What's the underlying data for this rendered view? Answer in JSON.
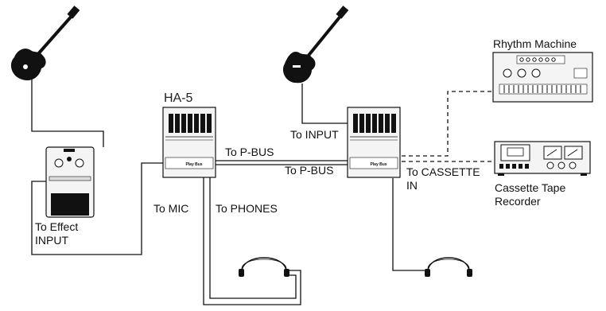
{
  "labels": {
    "ha5": "HA-5",
    "to_pbus_1": "To P-BUS",
    "to_pbus_2": "To P-BUS",
    "to_input": "To INPUT",
    "to_cassette_line1": "To CASSETTE",
    "to_cassette_line2": "IN",
    "rhythm_machine": "Rhythm Machine",
    "cassette_line1": "Cassette Tape",
    "cassette_line2": "Recorder",
    "to_mic": "To MIC",
    "to_phones": "To PHONES",
    "to_effect_line1": "To Effect",
    "to_effect_line2": "INPUT"
  },
  "devices": {
    "brand_mark": "Play Bus"
  }
}
